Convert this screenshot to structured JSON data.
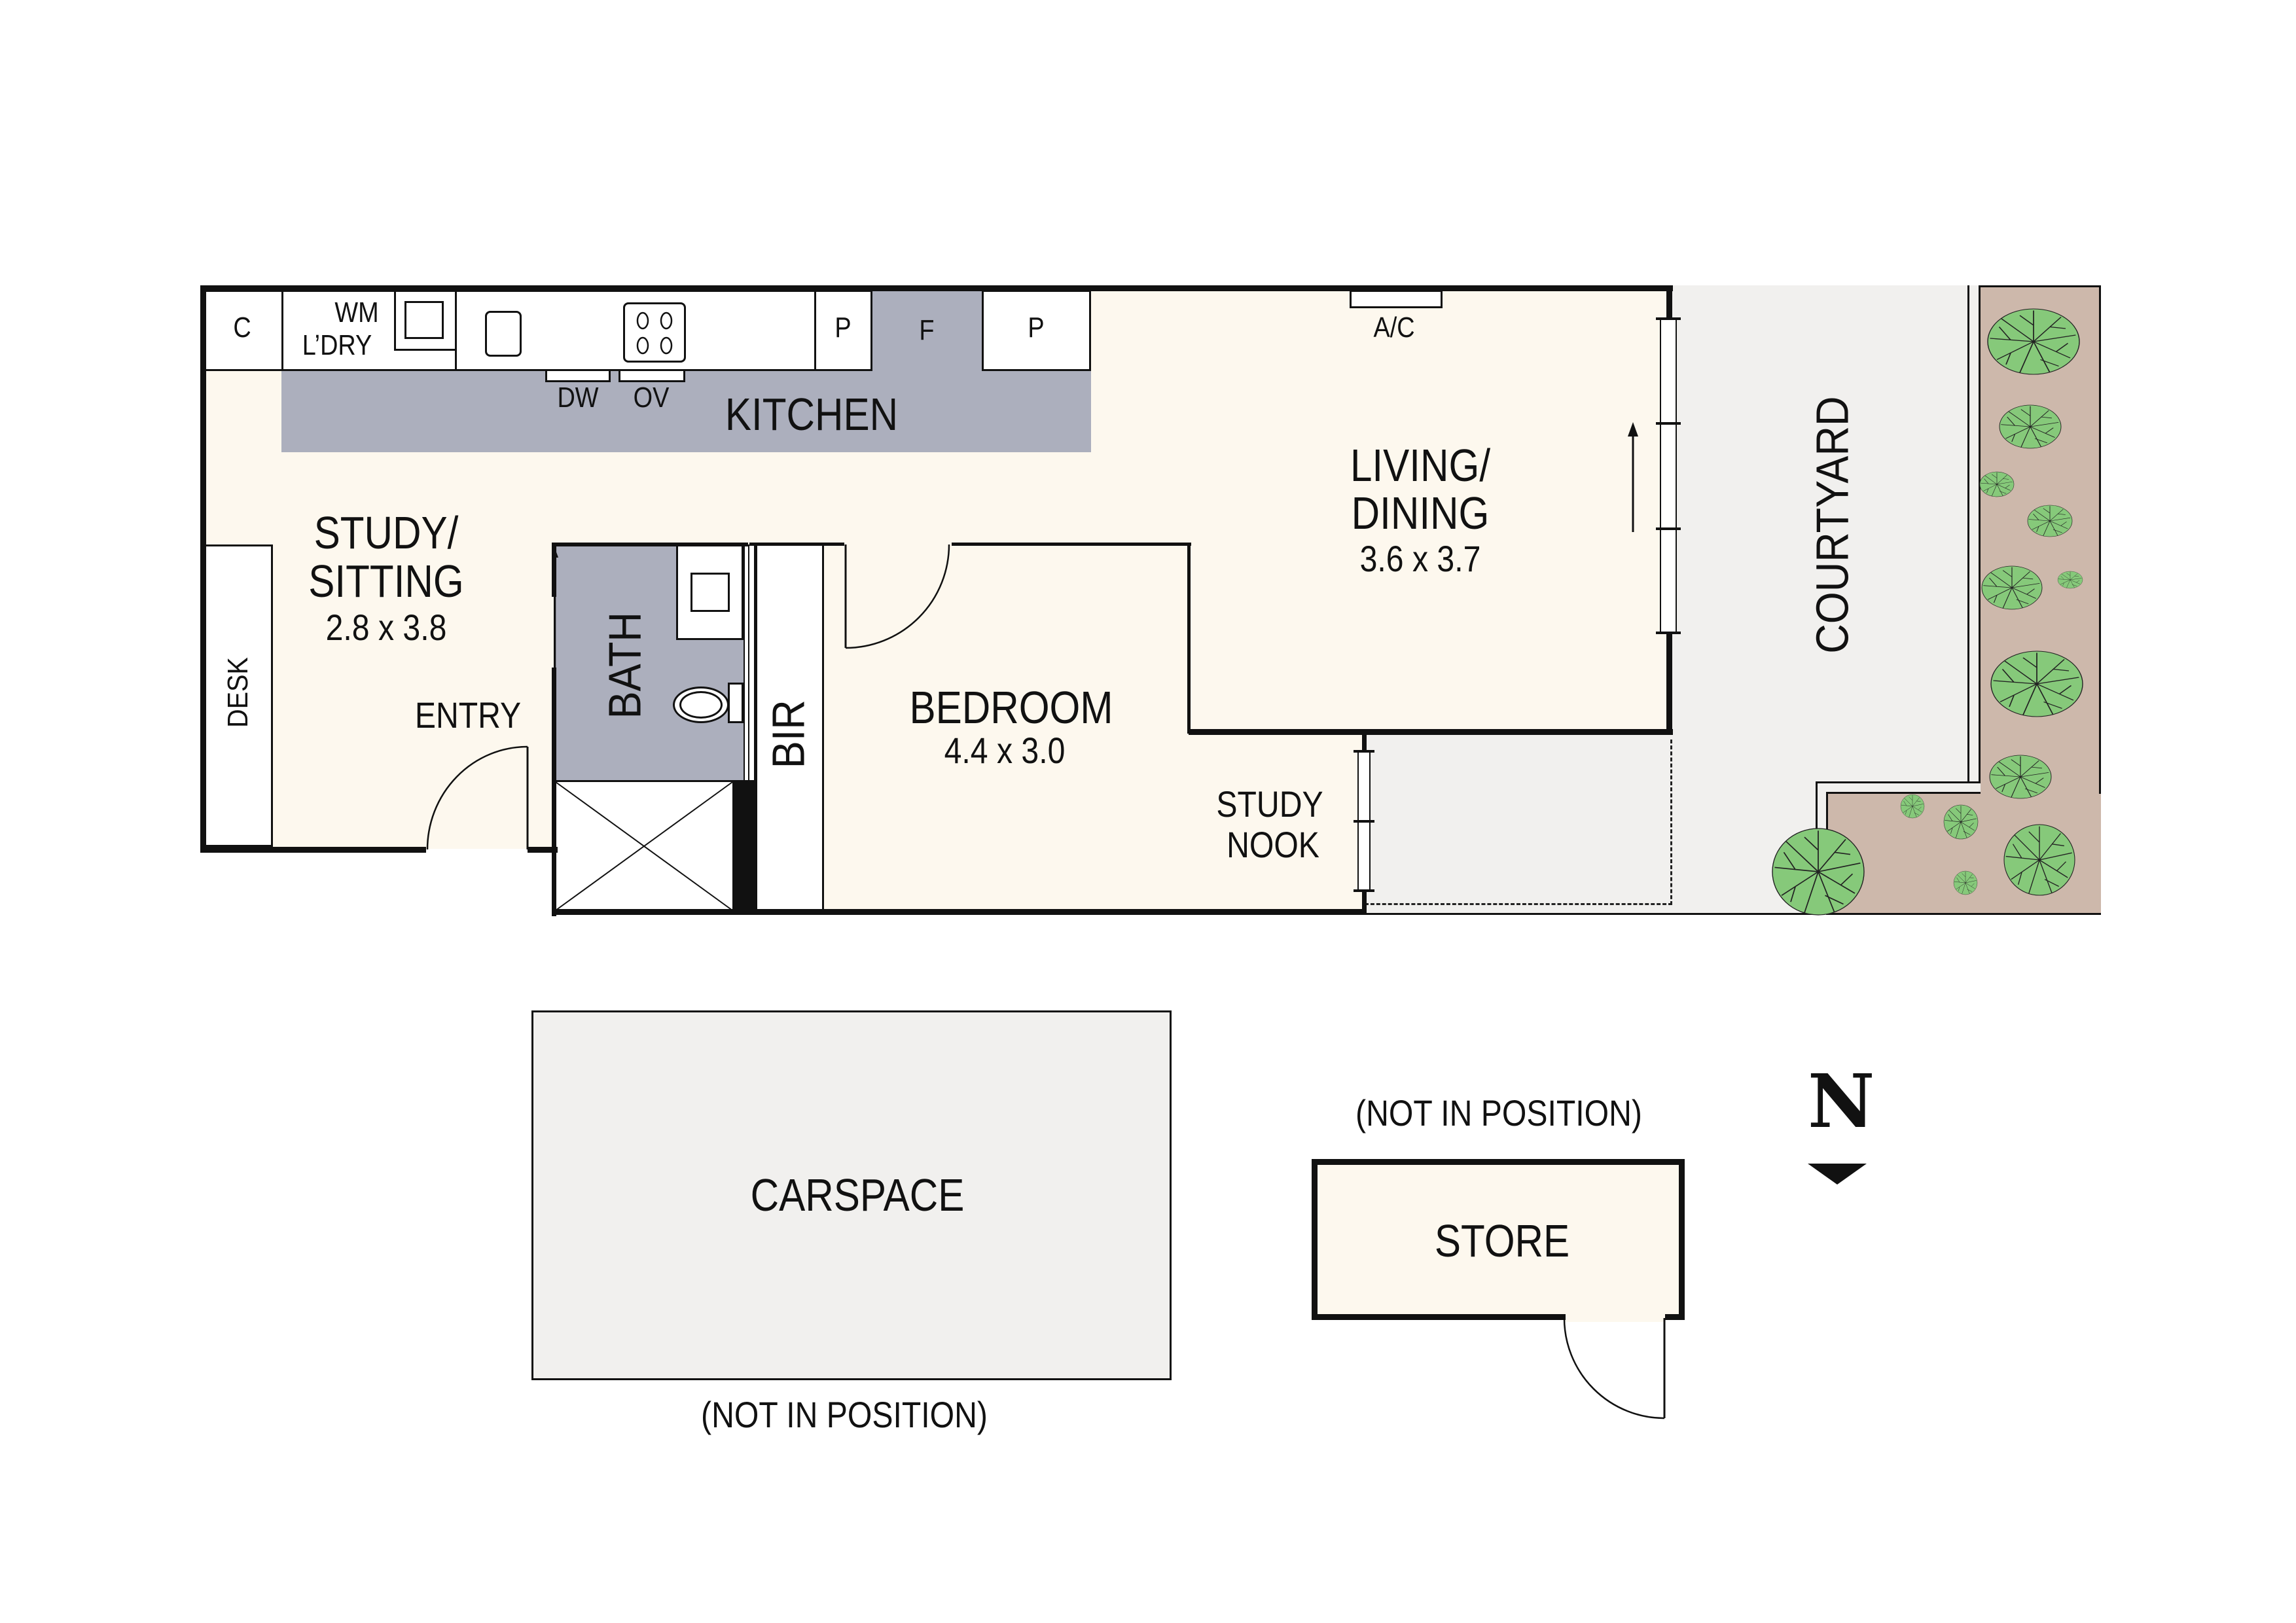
{
  "floorplan": {
    "rooms": {
      "kitchen": {
        "name": "KITCHEN"
      },
      "study": {
        "name_line1": "STUDY/",
        "name_line2": "SITTING",
        "dims": "2.8 x 3.8"
      },
      "living": {
        "name_line1": "LIVING/",
        "name_line2": "DINING",
        "dims": "3.6 x 3.7"
      },
      "bedroom": {
        "name": "BEDROOM",
        "dims": "4.4 x 3.0"
      },
      "bath": {
        "name": "BATH"
      },
      "bir": {
        "name": "BIR"
      },
      "entry": {
        "name": "ENTRY"
      },
      "study_nook": {
        "name_line1": "STUDY",
        "name_line2": "NOOK"
      },
      "courtyard": {
        "name": "COURTYARD"
      },
      "carspace": {
        "name": "CARSPACE",
        "note": "(NOT IN POSITION)"
      },
      "store": {
        "name": "STORE",
        "note": "(NOT IN POSITION)"
      }
    },
    "fixtures": {
      "cupboard": "C",
      "washing_machine": "WM",
      "laundry": "L’DRY",
      "dishwasher": "DW",
      "oven": "OV",
      "pantry_1": "P",
      "fridge": "F",
      "pantry_2": "P",
      "air_conditioner": "A/C",
      "desk": "DESK"
    },
    "compass": {
      "label": "N"
    },
    "colors": {
      "floor": "#fdf8ee",
      "wet_areas": "#acafbd",
      "paving": "#f1f0ee",
      "garden_bed": "#cdb8ab",
      "plants": "#86c97a",
      "walls": "#111111"
    }
  }
}
